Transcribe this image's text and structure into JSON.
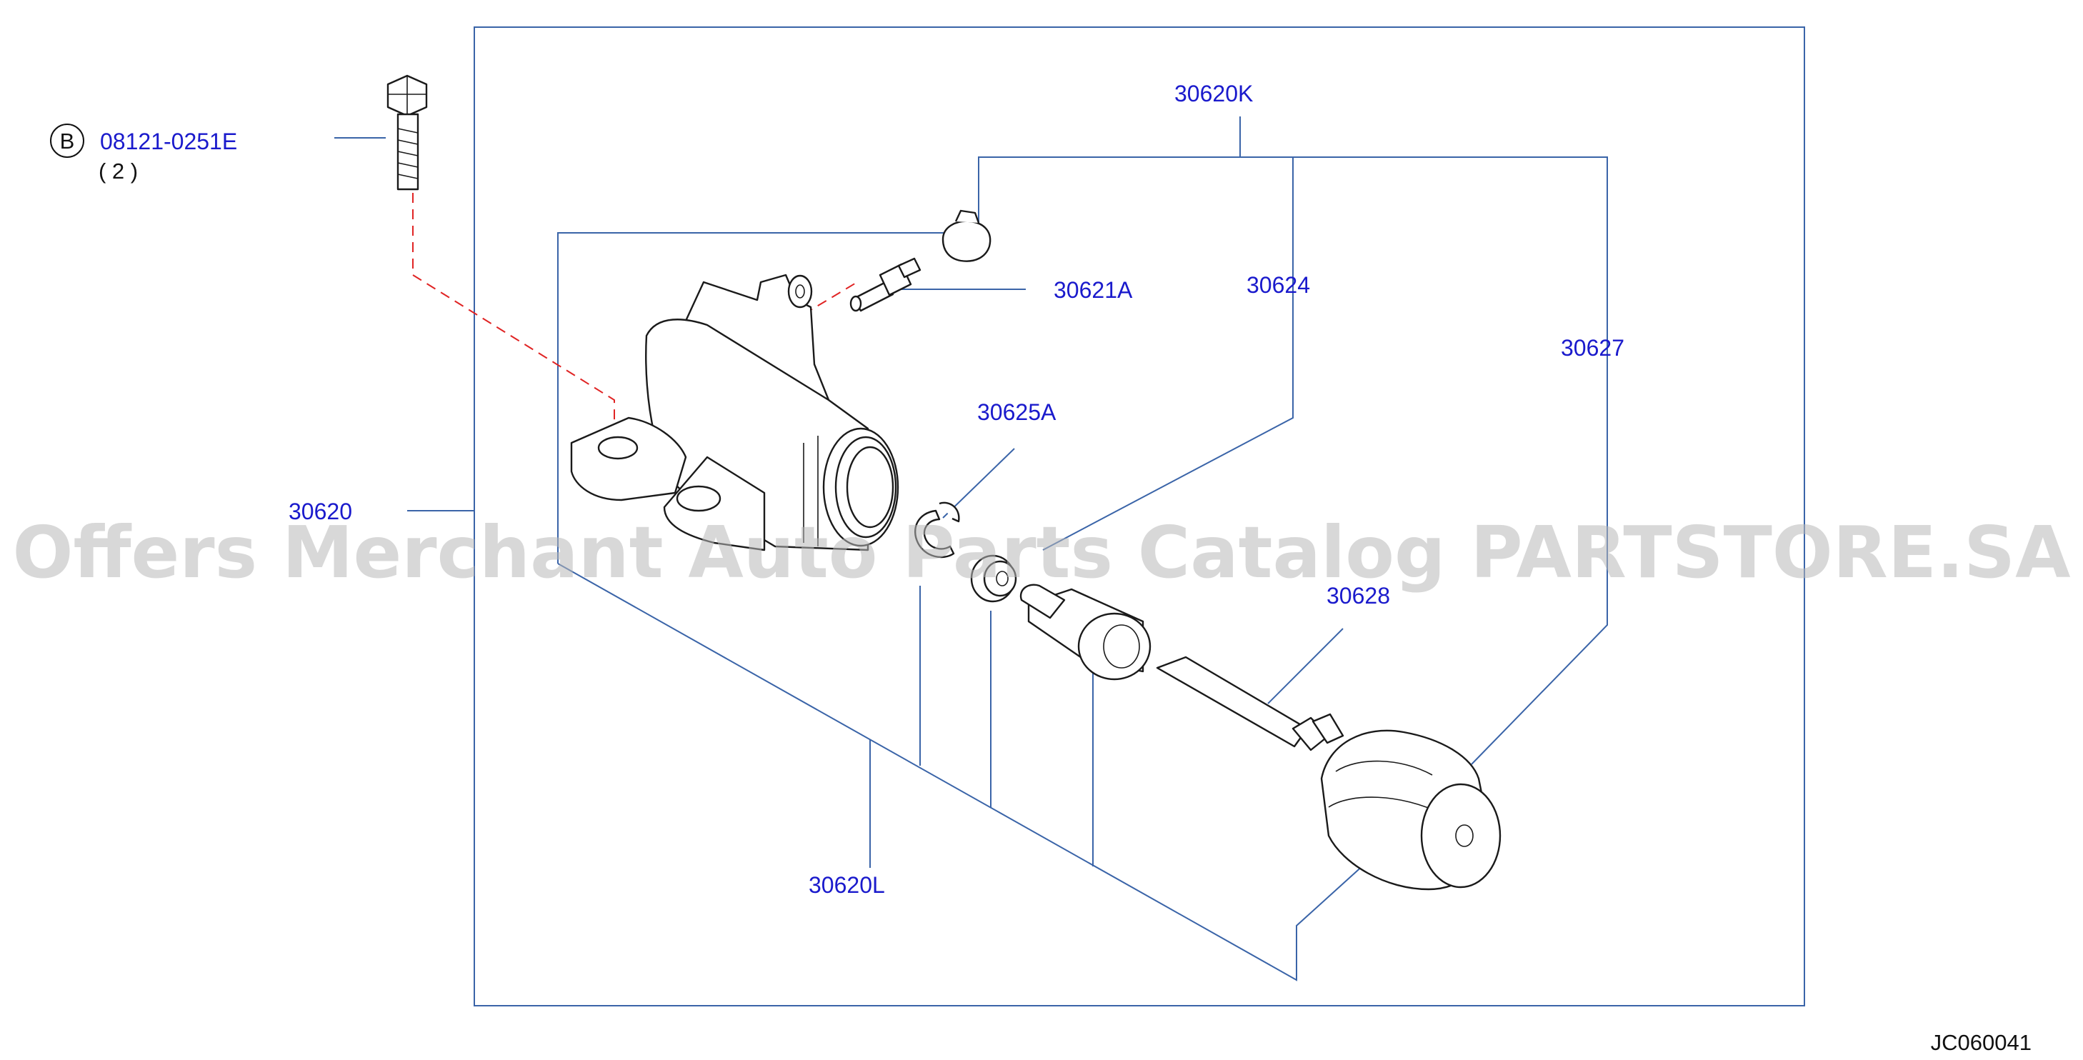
{
  "labels": {
    "assembly": "30620",
    "kit": "30620K",
    "bleeder": "30621A",
    "piston_cup": "30624",
    "ring": "30625A",
    "boot": "30627",
    "push_rod": "30628",
    "repair_kit_l": "30620L",
    "bolt_marker": "B",
    "bolt_part": "08121-0251E",
    "bolt_qty": "( 2 )"
  },
  "figure_code": "JC060041",
  "watermark": "Offers Merchant Auto Parts Catalog PARTSTORE.SA",
  "colors": {
    "label": "#1a1acc",
    "leader": "#3a64a8",
    "hidden_line": "#e02424",
    "watermark": "#b8b8b8"
  },
  "icons": [
    "bolt-icon",
    "clutch-slave-cylinder-icon",
    "bleeder-screw-icon",
    "bleeder-cap-icon",
    "snap-ring-icon",
    "spring-seat-icon",
    "piston-icon",
    "push-rod-icon",
    "dust-boot-icon"
  ]
}
